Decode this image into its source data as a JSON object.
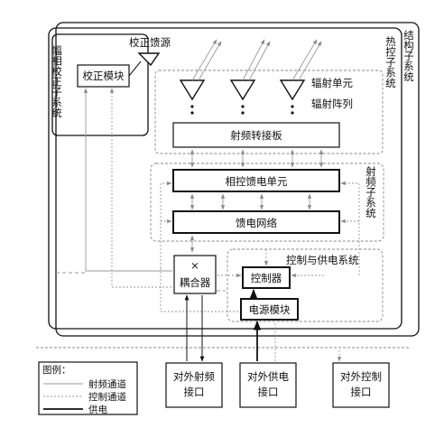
{
  "labels": {
    "structure_sub": "结构子系统",
    "thermal_sub": "热控子系统",
    "amp_phase_sub": "幅相校正子系统",
    "cal_feed": "校正馈源",
    "cal_module": "校正模块",
    "radiating_unit": "辐射单元",
    "radiating_array": "辐射阵列",
    "rf_adapter": "射频转接板",
    "rf_sub": "射频子系统",
    "phase_feed_unit": "相控馈电单元",
    "feed_network": "馈电网络",
    "ctrl_power_sys": "控制与供电系统",
    "coupler": "耦合器",
    "coupler_mark": "×",
    "controller": "控制器",
    "power_module": "电源模块",
    "ext_rf_1": "对外射频",
    "ext_rf_2": "接口",
    "ext_pw_1": "对外供电",
    "ext_pw_2": "接口",
    "ext_ctl_1": "对外控制",
    "ext_ctl_2": "接口"
  },
  "legend": {
    "title": "图例：",
    "rf": "射频通道",
    "control": "控制通道",
    "power": "供电"
  }
}
